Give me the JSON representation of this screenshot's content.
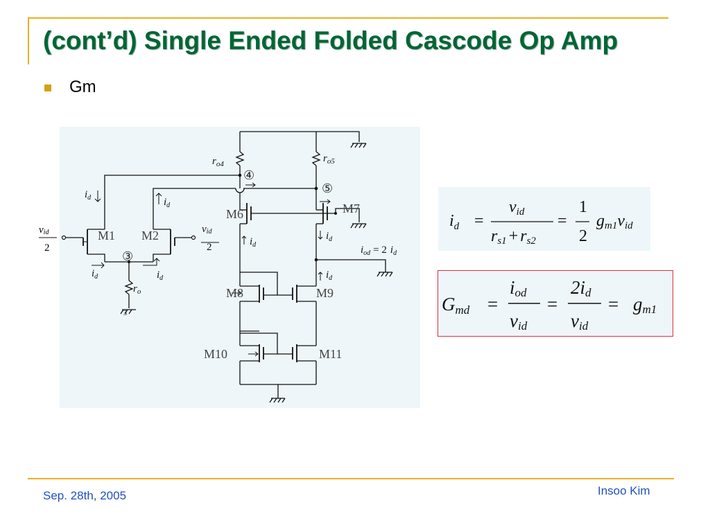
{
  "slide": {
    "title": "(cont’d) Single Ended Folded Cascode Op Amp",
    "bullet": "Gm",
    "footer_date": "Sep. 28th, 2005",
    "footer_author": "Insoo Kim"
  },
  "colors": {
    "title": "#006633",
    "frame": "#e8b020",
    "bullet": "#d4a017",
    "footer": "#1f4fbf",
    "figure_bg": "#eef6f9",
    "box_border": "#e0303a"
  },
  "circuit": {
    "transistors": [
      "M1",
      "M2",
      "M6",
      "M7",
      "M8",
      "M9",
      "M10",
      "M11"
    ],
    "nodes": [
      "③",
      "④",
      "⑤"
    ],
    "input_num": "v",
    "input_sub": "id",
    "input_den": "2",
    "ro": "r",
    "ro_sub": "o",
    "ro4_sub": "o4",
    "ro5_sub": "o5",
    "id": "i",
    "id_sub": "d",
    "iod_label": "i",
    "iod_sub": "od",
    "iod_value": "= 2",
    "ground_num": "3"
  },
  "equations": {
    "eq1": {
      "lhs": "i",
      "lhs_sub": "d",
      "eq": "=",
      "frac1_num": "v",
      "frac1_num_sub": "id",
      "frac1_den_a": "r",
      "frac1_den_a_sub": "s1",
      "plus": "+",
      "frac1_den_b": "r",
      "frac1_den_b_sub": "s2",
      "frac2_num": "1",
      "frac2_den": "2",
      "g": "g",
      "g_sub": "m1",
      "v": "v",
      "v_sub": "id"
    },
    "eq2": {
      "lhs": "G",
      "lhs_sub": "md",
      "eq": "=",
      "frac1_num": "i",
      "frac1_num_sub": "od",
      "frac1_den": "v",
      "frac1_den_sub": "id",
      "frac2_num": "2i",
      "frac2_num_sub": "d",
      "frac2_den": "v",
      "frac2_den_sub": "id",
      "rhs": "g",
      "rhs_sub": "m1"
    }
  }
}
